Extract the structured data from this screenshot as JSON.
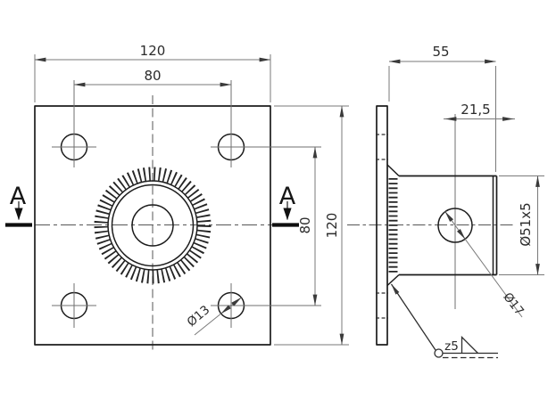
{
  "drawing": {
    "front_view": {
      "plate_width": "120",
      "bolt_spacing_horizontal": "80",
      "plate_height": "120",
      "bolt_spacing_vertical": "80",
      "bolt_hole_diameter": "Ø13",
      "section_label_left": "A",
      "section_label_right": "A"
    },
    "side_view": {
      "assembly_depth": "55",
      "hole_offset": "21,5",
      "tube_dimension": "Ø51x5",
      "cross_hole_diameter": "Ø17",
      "weld_size": "z5"
    },
    "colors": {
      "object_line": "#1c1c1c",
      "dimension_line": "#7a7a7a",
      "background": "#ffffff"
    }
  }
}
